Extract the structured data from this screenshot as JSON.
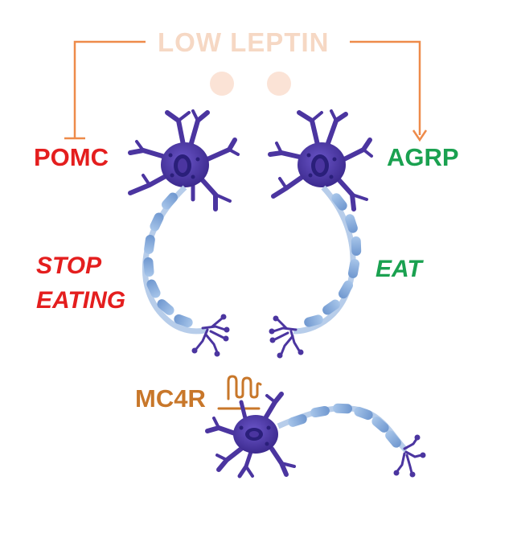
{
  "labels": {
    "low_leptin": "LOW LEPTIN",
    "pomc": "POMC",
    "agrp": "AGRP",
    "stop_eating_line1": "STOP",
    "stop_eating_line2": "EATING",
    "eat": "EAT",
    "mc4r": "MC4R"
  },
  "colors": {
    "leptin_text": "#f6d8c4",
    "leptin_dots": "#fbe3d6",
    "inhibit_red": "#e41e1e",
    "promote_green": "#1aa150",
    "arrow_orange": "#ee8b4a",
    "mc4r_brown": "#c8772a",
    "neuron_body": "#4b35a0",
    "neuron_nucleus": "#2a1f7a",
    "axon_segment": "#8fb4e0"
  },
  "icons": {
    "neuron": "neuron-icon",
    "receptor": "mc4r-receptor-icon",
    "inhibition_arrow": "t-bar-inhibit-icon",
    "activation_arrow": "arrowhead-icon"
  }
}
